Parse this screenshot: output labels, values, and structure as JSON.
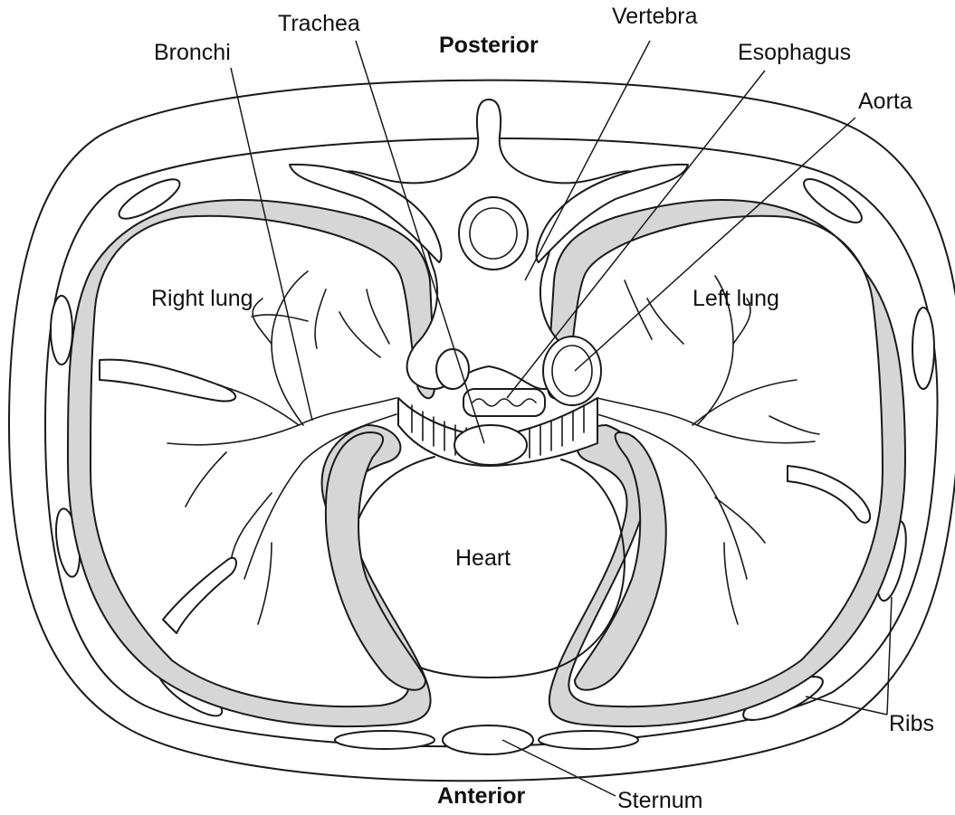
{
  "labels": {
    "trachea": "Trachea",
    "vertebra": "Vertebra",
    "bronchi": "Bronchi",
    "posterior": "Posterior",
    "esophagus": "Esophagus",
    "aorta": "Aorta",
    "right_lung": "Right lung",
    "left_lung": "Left lung",
    "heart": "Heart",
    "ribs": "Ribs",
    "anterior": "Anterior",
    "sternum": "Sternum"
  },
  "colors": {
    "line": "#1a1a1a",
    "pleura_fill": "#d6d6d6",
    "background": "#ffffff"
  }
}
